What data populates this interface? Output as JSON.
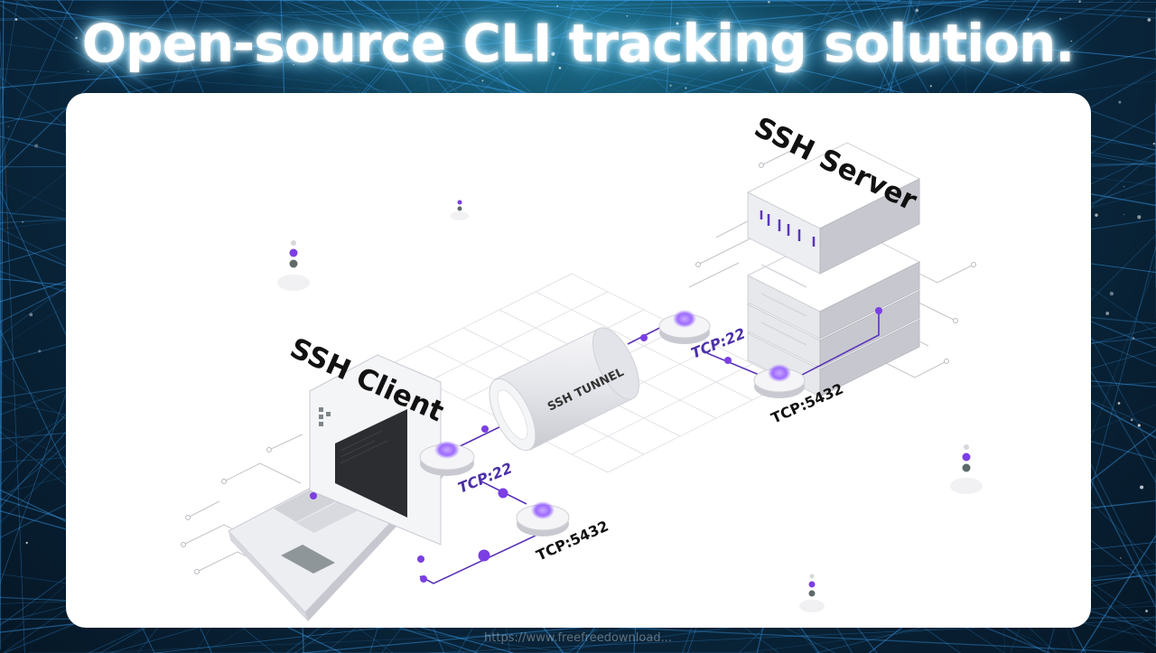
{
  "headline": "Open-source CLI tracking solution.",
  "diagram": {
    "client_label": "SSH Client",
    "server_label": "SSH Server",
    "tunnel_label": "SSH TUNNEL",
    "client_port_ssh": "TCP:22",
    "client_port_db": "TCP:5432",
    "server_port_ssh": "TCP:22",
    "server_port_db": "TCP:5432"
  },
  "watermark": "https://www.freefreedownload...",
  "colors": {
    "accent_purple": "#7b3fe4",
    "line_purple": "#5a35b8",
    "background_dark": "#061726",
    "mesh_blue": "#3fa9ff"
  }
}
